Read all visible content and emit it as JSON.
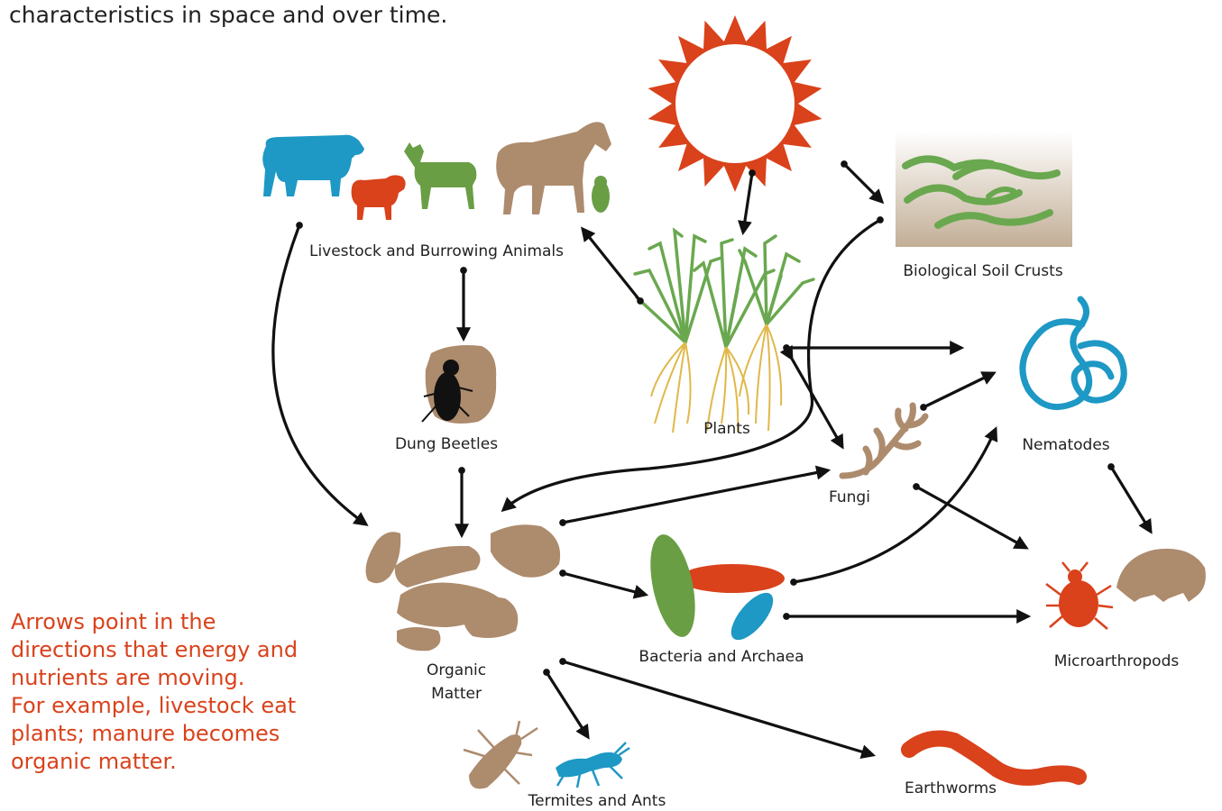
{
  "intro_text": "characteristics in space and over time.",
  "note_lines": [
    "Arrows point in the",
    "directions that energy and",
    "nutrients are moving.",
    "For example, livestock eat",
    "plants; manure becomes",
    "organic matter."
  ],
  "labels": {
    "livestock": "Livestock and Burrowing Animals",
    "soil_crusts": "Biological Soil Crusts",
    "plants": "Plants",
    "dung_beetles": "Dung Beetles",
    "nematodes": "Nematodes",
    "fungi": "Fungi",
    "organic_line1": "Organic",
    "organic_line2": "Matter",
    "bacteria": "Bacteria and Archaea",
    "microarthropods": "Microarthropods",
    "termites": "Termites and Ants",
    "earthworms": "Earthworms"
  },
  "colors": {
    "sun": "#d9421b",
    "livestock_blue": "#1e98c4",
    "livestock_orange": "#d9421b",
    "livestock_green": "#6a9e45",
    "tan": "#ad8b6d",
    "plant_green": "#6aa84f",
    "root_yellow": "#e0b84a",
    "crust_green": "#6aa84f",
    "nematode_blue": "#1e98c4",
    "earthworm": "#d9421b",
    "arrow": "#111111",
    "note_text": "#d9421b"
  }
}
